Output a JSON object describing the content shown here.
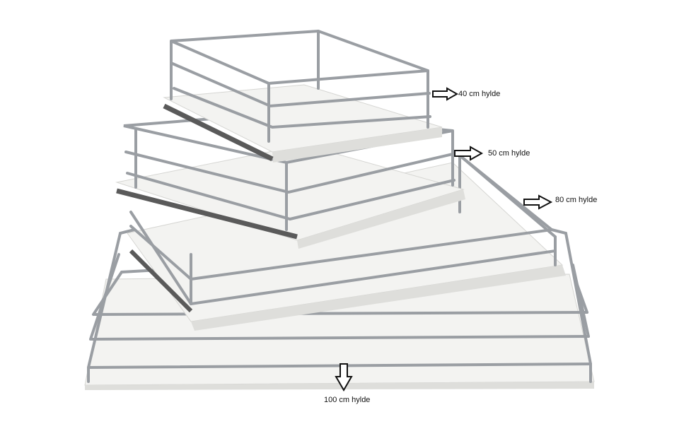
{
  "labels": {
    "shelf_40": "40 cm hylde",
    "shelf_50": "50 cm hylde",
    "shelf_80": "80 cm hylde",
    "shelf_100": "100 cm hylde"
  },
  "colors": {
    "board": "#f3f3f1",
    "board_edge": "#d9d9d6",
    "wire": "#9a9ea3",
    "wire_dark": "#7e8287",
    "rail": "#5a5a5a",
    "arrow_fill": "#ffffff",
    "arrow_stroke": "#111111"
  }
}
